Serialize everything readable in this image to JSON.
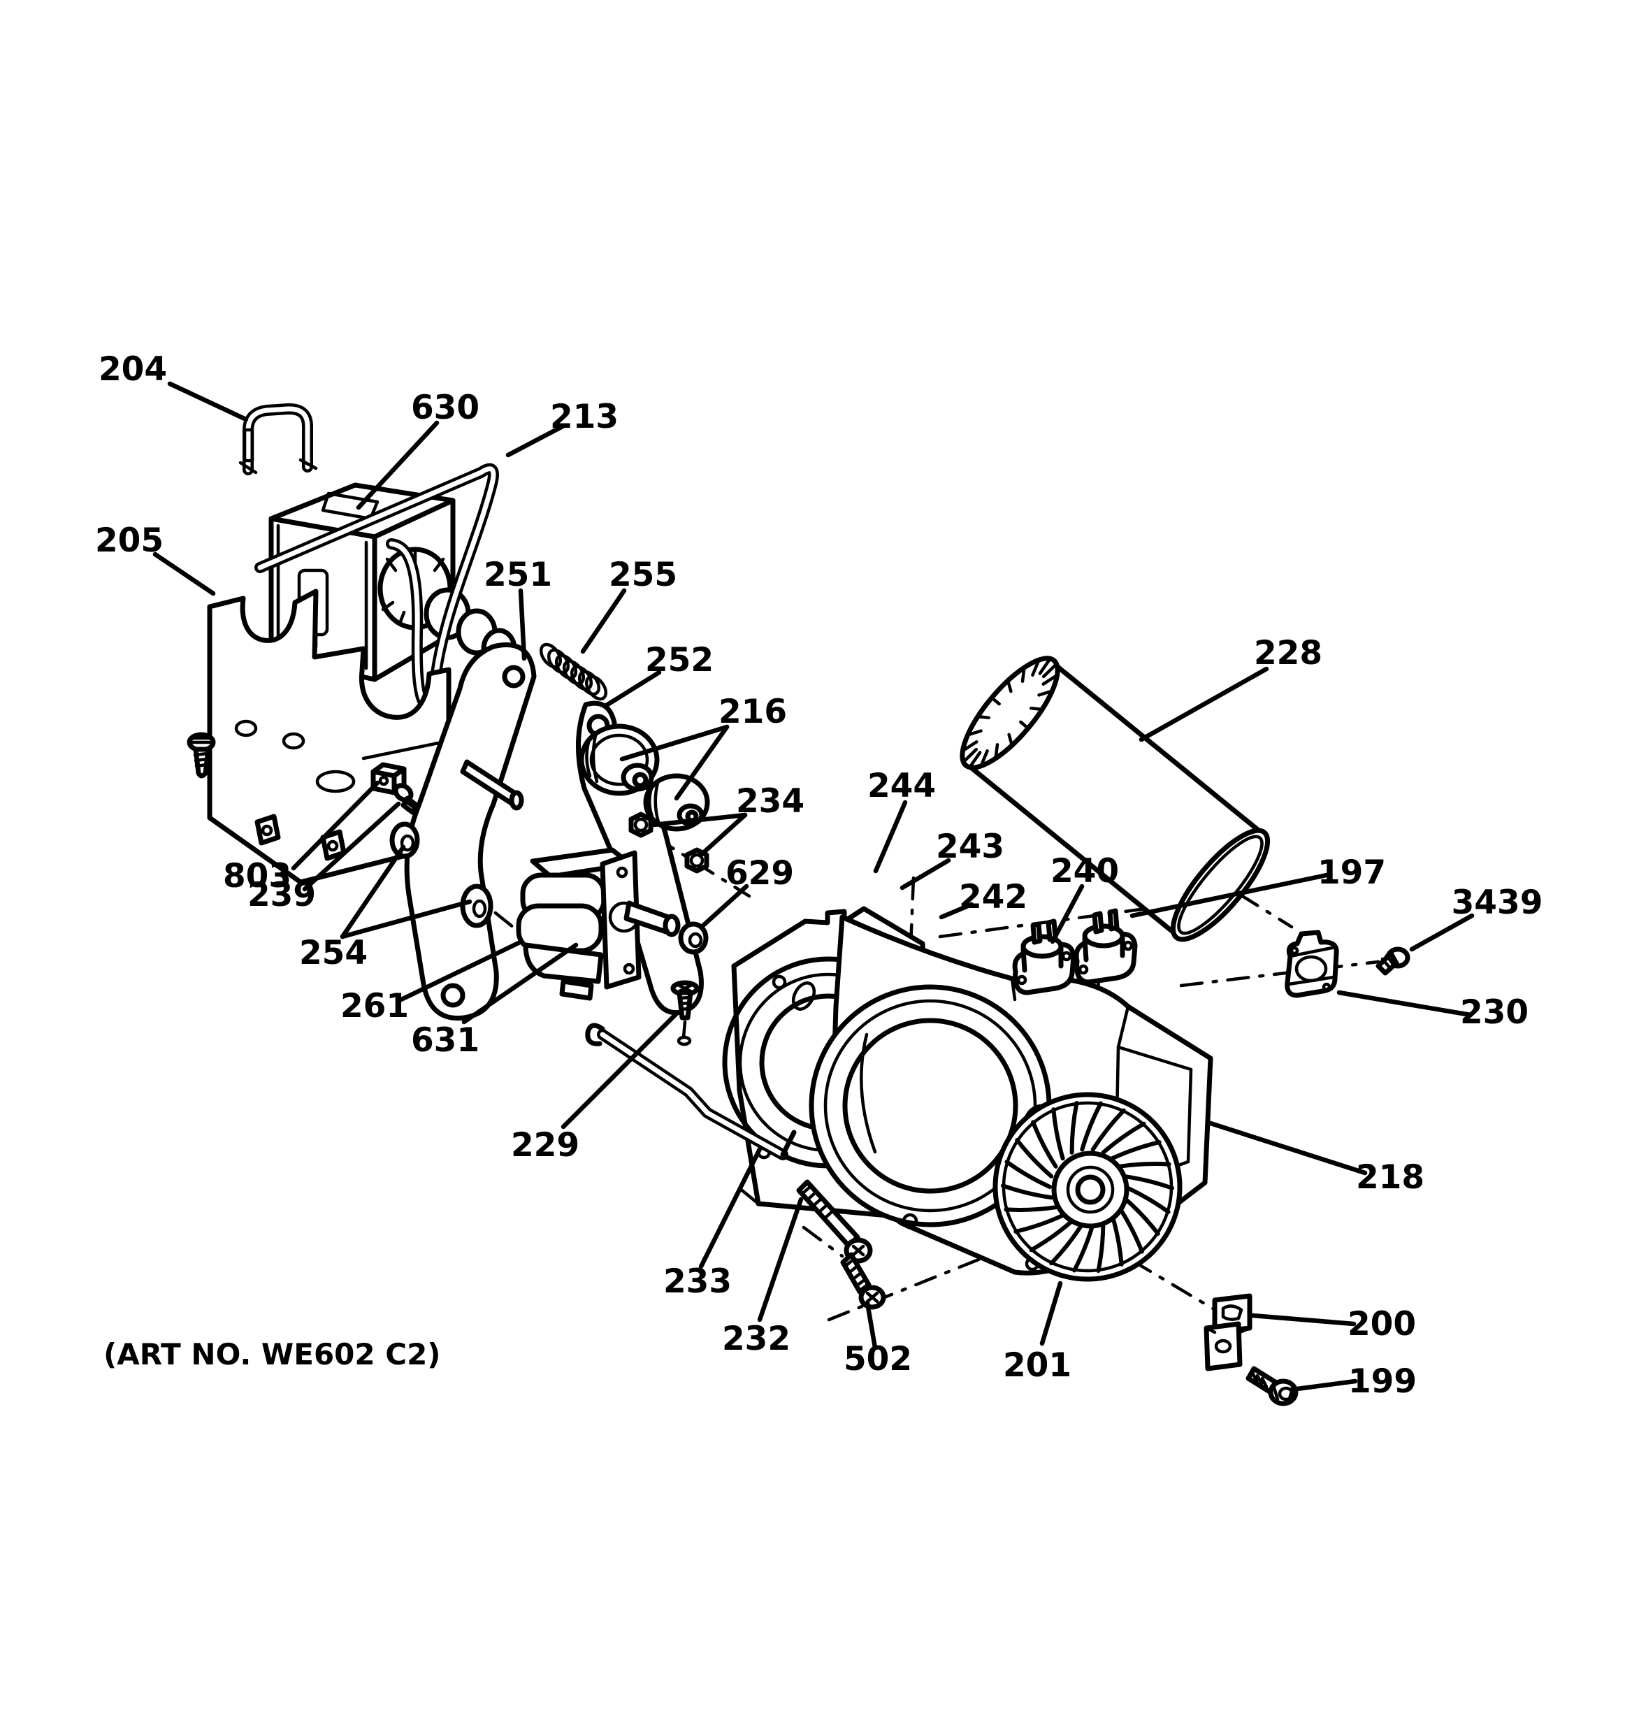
{
  "diagram": {
    "art_no": "(ART NO. WE602 C2)",
    "background_color": "#ffffff",
    "line_color": "#000000",
    "type": "exploded-parts-diagram"
  },
  "callouts": [
    {
      "label": "204"
    },
    {
      "label": "630"
    },
    {
      "label": "213"
    },
    {
      "label": "205"
    },
    {
      "label": "251"
    },
    {
      "label": "255"
    },
    {
      "label": "252"
    },
    {
      "label": "216"
    },
    {
      "label": "234"
    },
    {
      "label": "228"
    },
    {
      "label": "244"
    },
    {
      "label": "243"
    },
    {
      "label": "242"
    },
    {
      "label": "240"
    },
    {
      "label": "197"
    },
    {
      "label": "3439"
    },
    {
      "label": "230"
    },
    {
      "label": "218"
    },
    {
      "label": "200"
    },
    {
      "label": "199"
    },
    {
      "label": "201"
    },
    {
      "label": "502"
    },
    {
      "label": "232"
    },
    {
      "label": "233"
    },
    {
      "label": "229"
    },
    {
      "label": "803"
    },
    {
      "label": "239"
    },
    {
      "label": "254"
    },
    {
      "label": "261"
    },
    {
      "label": "631"
    },
    {
      "label": "629"
    }
  ]
}
